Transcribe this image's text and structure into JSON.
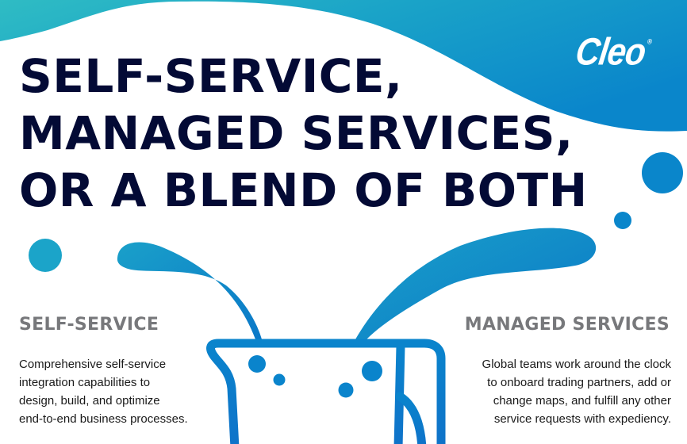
{
  "brand": {
    "logo_text": "Cleo",
    "logo_mark": "®",
    "colors": {
      "navy": "#030a35",
      "teal": "#2bb9c4",
      "blue": "#0a7fc9",
      "gray_heading": "#77787b",
      "body_text": "#1a1a1a"
    }
  },
  "headline": {
    "lines": [
      "SELF-SERVICE,",
      "MANAGED SERVICES,",
      "OR A BLEND OF BOTH"
    ]
  },
  "self_service": {
    "title": "SELF-SERVICE",
    "description_lines": [
      "Comprehensive self-service",
      "integration capabilities to",
      "design, build, and optimize",
      "end-to-end business processes."
    ]
  },
  "managed_services": {
    "title": "MANAGED SERVICES",
    "description_lines": [
      "Global teams work around the clock",
      "to onboard trading partners, add or",
      "change maps, and fulfill any other",
      "service requests with expediency."
    ]
  },
  "illustration": {
    "icon": "pitcher-splash-icon"
  }
}
